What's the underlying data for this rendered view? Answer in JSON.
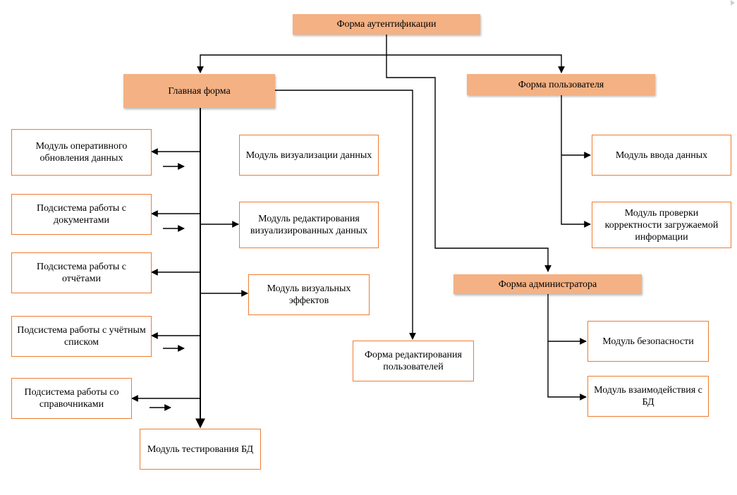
{
  "forms": {
    "auth": "Форма аутентификации",
    "main": "Главная форма",
    "user": "Форма пользователя",
    "admin": "Форма администратора",
    "user_edit": "Форма редактирования пользователей"
  },
  "main_left_modules": [
    "Модуль оперативного обновления данных",
    "Подсистема работы с документами",
    "Подсистема работы с отчётами",
    "Подсистема работы с учётным списком",
    "Подсистема работы со справочниками"
  ],
  "main_right_modules": [
    "Модуль визуализации данных",
    "Модуль редактирования визуализированных данных",
    "Модуль визуальных эффектов"
  ],
  "main_bottom_module": "Модуль тестирования БД",
  "user_modules": [
    "Модуль ввода данных",
    "Модуль проверки корректности загружаемой информации"
  ],
  "admin_modules": [
    "Модуль безопасности",
    "Модуль взаимодействия с БД"
  ],
  "colors": {
    "form_fill": "#f4b183",
    "module_border": "#ed7d31",
    "line": "#000000"
  }
}
